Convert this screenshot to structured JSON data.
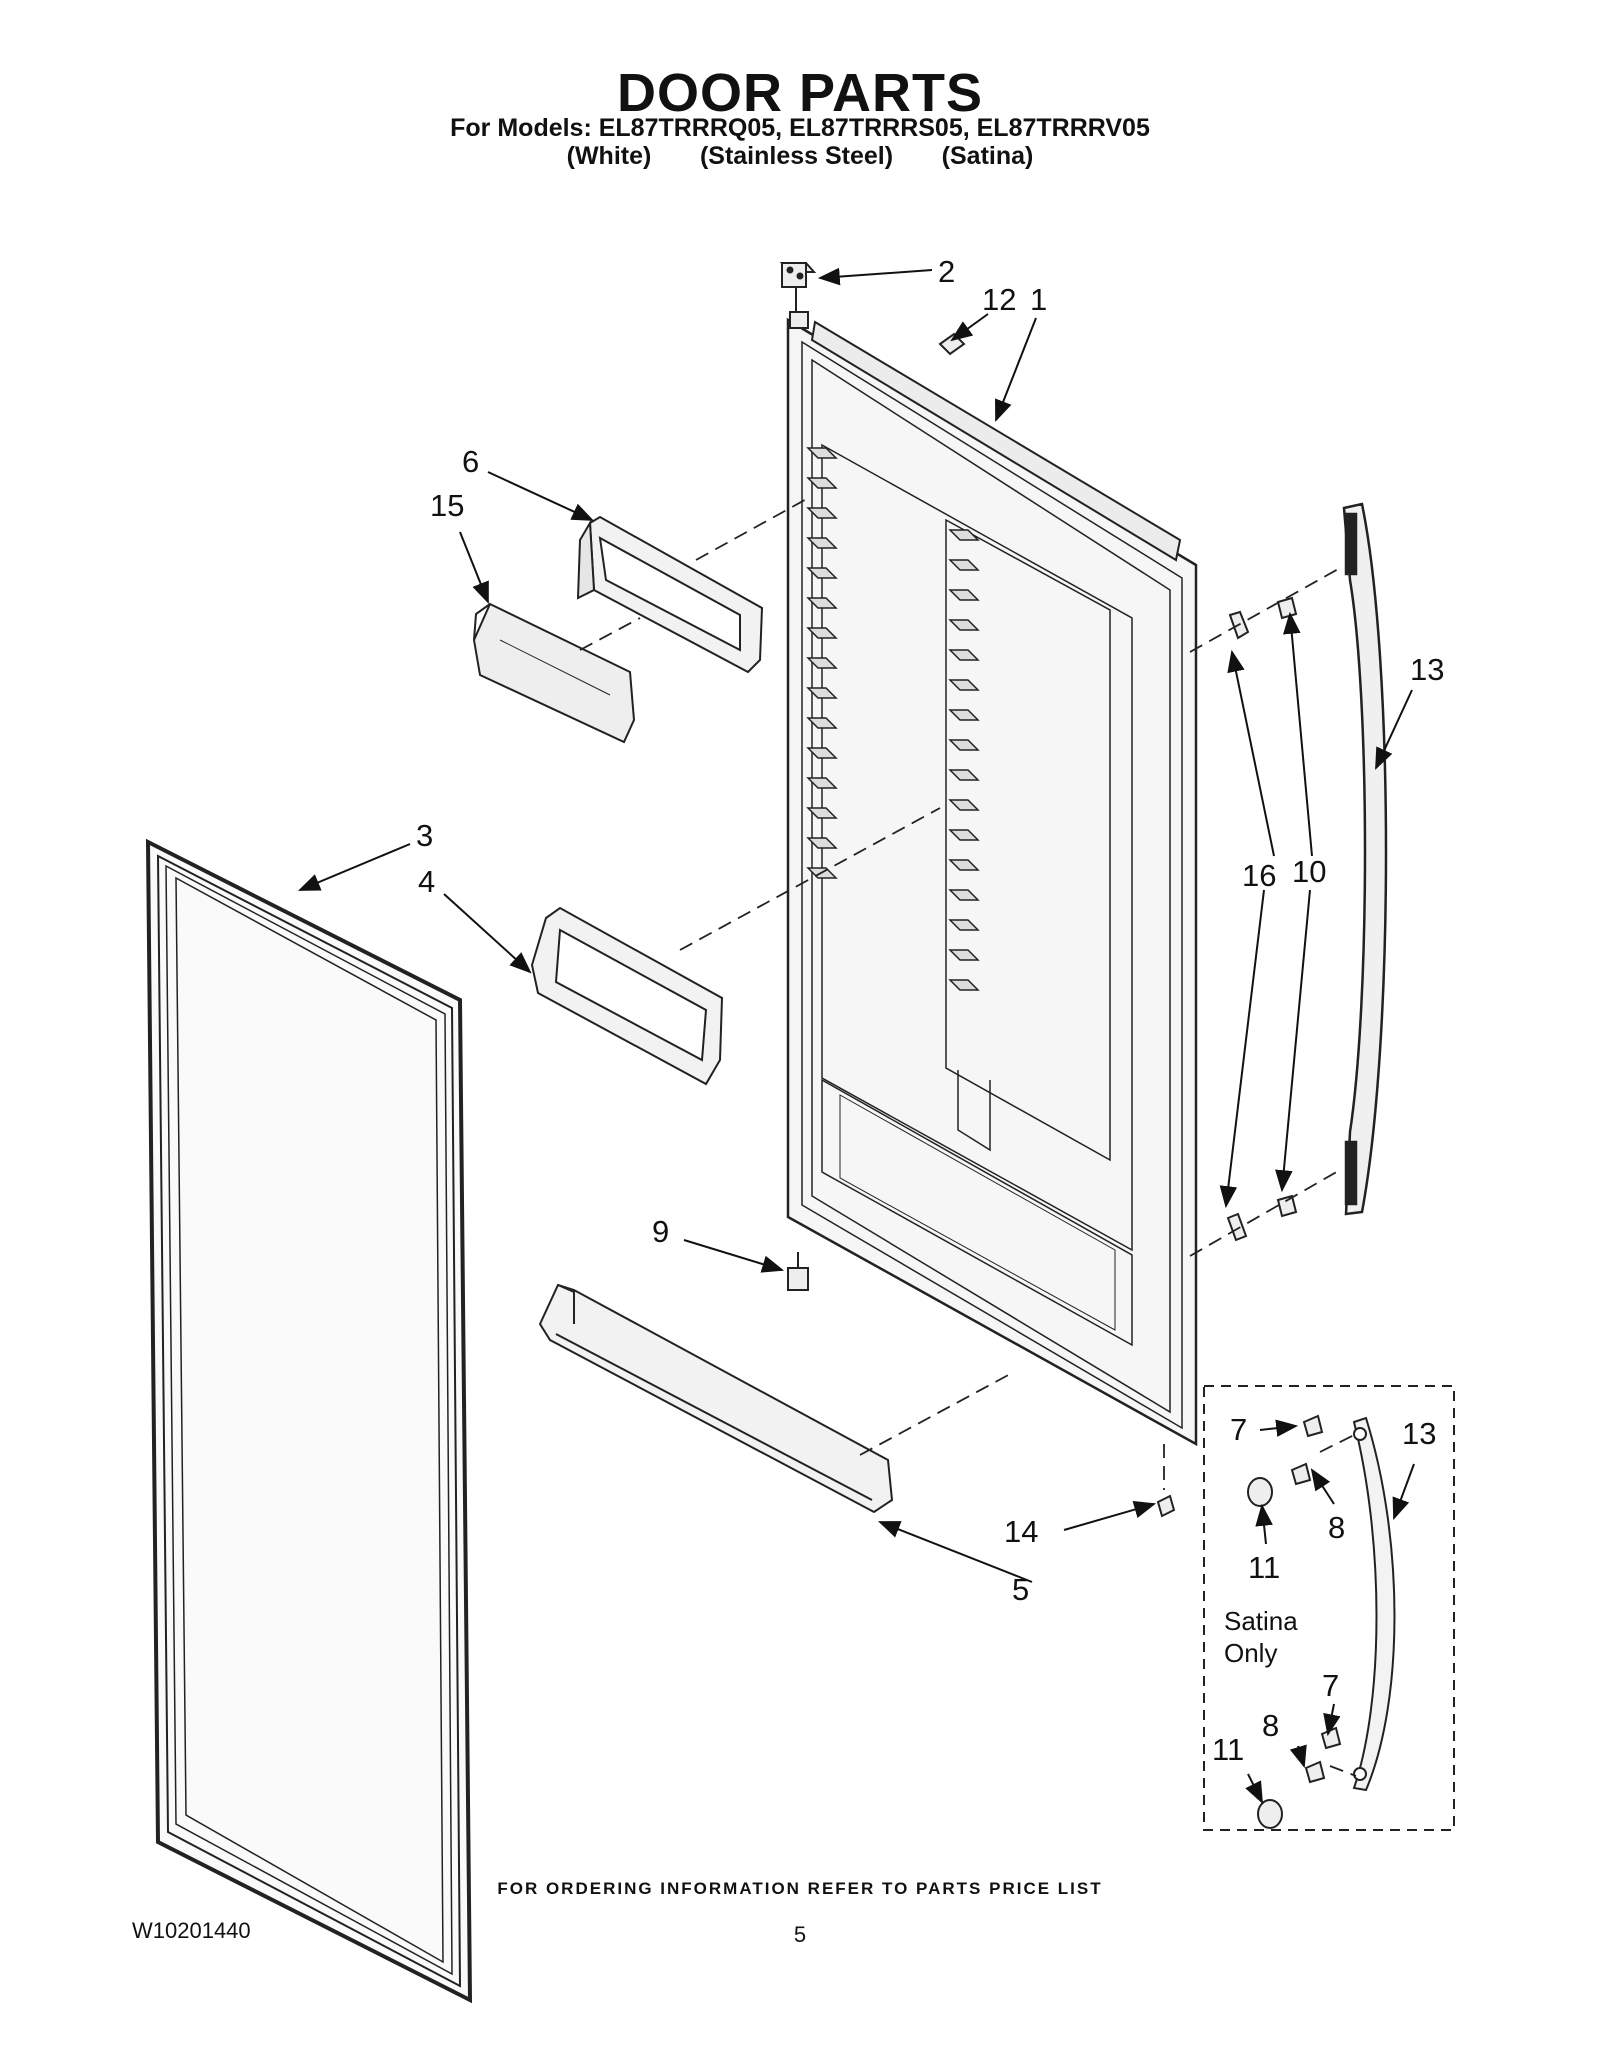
{
  "header": {
    "title": "DOOR PARTS",
    "models": "For Models: EL87TRRRQ05, EL87TRRRS05, EL87TRRRV05",
    "variants": "(White)       (Stainless Steel)       (Satina)"
  },
  "callouts": {
    "c1": "1",
    "c2": "2",
    "c3": "3",
    "c4": "4",
    "c5": "5",
    "c6": "6",
    "c9": "9",
    "c10": "10",
    "c12": "12",
    "c13": "13",
    "c14": "14",
    "c15": "15",
    "c16": "16",
    "inset_7a": "7",
    "inset_7b": "7",
    "inset_8a": "8",
    "inset_8b": "8",
    "inset_11a": "11",
    "inset_11b": "11",
    "inset_13": "13"
  },
  "inset_note": {
    "line1": "Satina",
    "line2": "Only"
  },
  "footer": {
    "ordering_note": "FOR ORDERING INFORMATION REFER TO PARTS PRICE LIST",
    "doc_number": "W10201440",
    "page_number": "5"
  }
}
